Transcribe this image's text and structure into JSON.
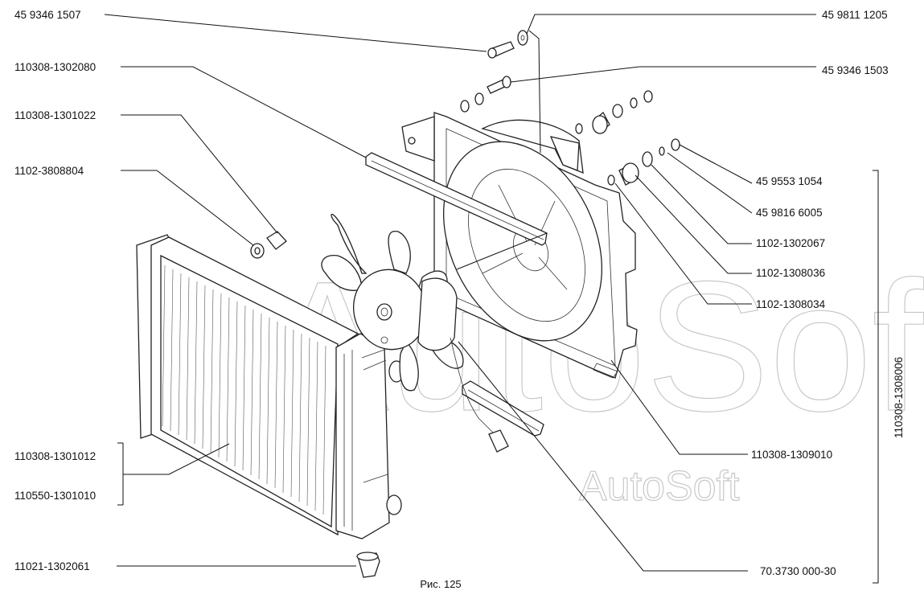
{
  "watermark": "AutoSoft",
  "caption": "Рис. 125",
  "labels_left": {
    "l1": "45 9346 1507",
    "l2": "110308-1302080",
    "l3": "110308-1301022",
    "l4": "1102-3808804",
    "l5": "110308-1301012",
    "l6": "110550-1301010",
    "l7": "11021-1302061"
  },
  "labels_right": {
    "r1": "45 9811 1205",
    "r2": "45 9346 1503",
    "r3": "45 9553 1054",
    "r4": "45 9816 6005",
    "r5": "1102-1302067",
    "r6": "1102-1308036",
    "r7": "1102-1308034",
    "r8": "110308-1309010",
    "r9": "70.3730 000-30"
  },
  "assembly_label": "110308-1308006"
}
